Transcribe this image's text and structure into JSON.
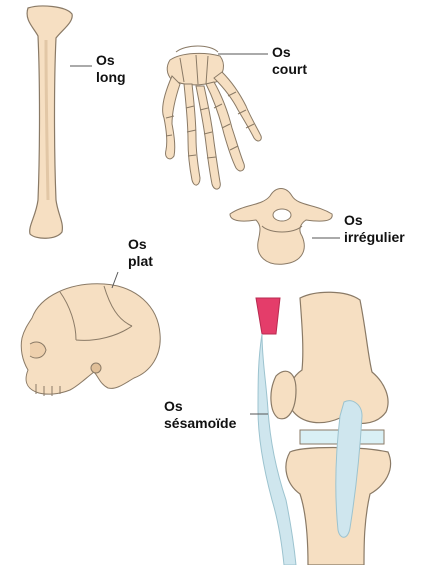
{
  "labels": {
    "long": {
      "line1": "Os",
      "line2": "long"
    },
    "court": {
      "line1": "Os",
      "line2": "court"
    },
    "irregulier": {
      "line1": "Os",
      "line2": "irrégulier"
    },
    "plat": {
      "line1": "Os",
      "line2": "plat"
    },
    "sesamoide": {
      "line1": "Os",
      "line2": "sésamoïde"
    }
  },
  "colors": {
    "bone_fill": "#f6dfc2",
    "bone_stroke": "#8a7a66",
    "cartilage": "#d9f0f5",
    "tendon": "#cfe6ee",
    "muscle": "#e43d6a",
    "leader": "#555555"
  }
}
